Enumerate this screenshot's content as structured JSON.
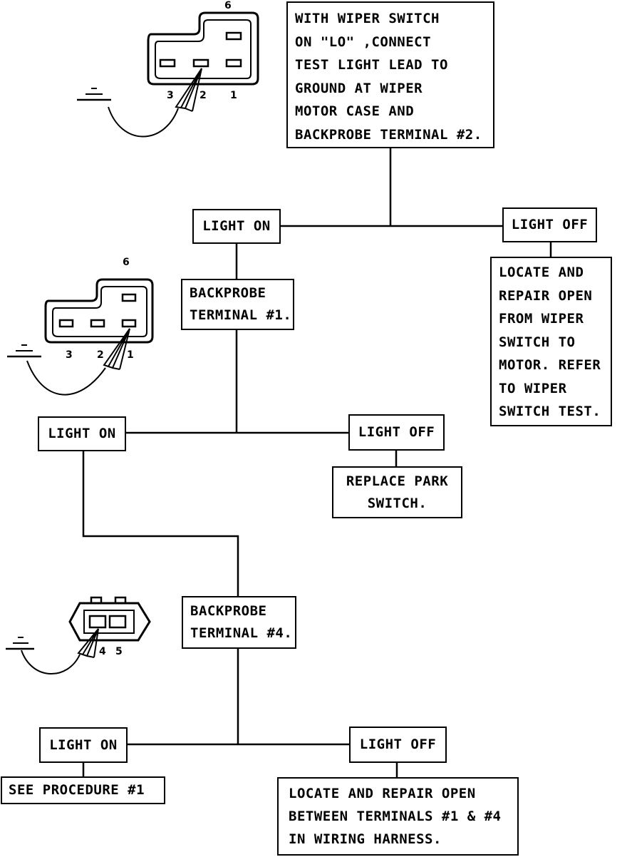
{
  "instruction_box": {
    "lines": [
      "WITH WIPER SWITCH",
      "ON \"LO\" ,CONNECT",
      "TEST LIGHT LEAD TO",
      "GROUND AT WIPER",
      "MOTOR CASE AND",
      "BACKPROBE TERMINAL #2."
    ]
  },
  "step1": {
    "light_on": "LIGHT ON",
    "light_off": "LIGHT OFF",
    "off_result": [
      "LOCATE AND",
      "REPAIR OPEN",
      "FROM WIPER",
      "SWITCH TO",
      "MOTOR. REFER",
      "TO WIPER",
      "SWITCH TEST."
    ]
  },
  "step2": {
    "instruction": [
      "BACKPROBE",
      "TERMINAL #1."
    ],
    "light_on": "LIGHT ON",
    "light_off": "LIGHT OFF",
    "off_result": [
      "REPLACE PARK",
      "SWITCH."
    ]
  },
  "step3": {
    "instruction": [
      "BACKPROBE",
      "TERMINAL #4."
    ],
    "light_on": "LIGHT ON",
    "light_off": "LIGHT OFF",
    "on_result": "SEE PROCEDURE #1",
    "off_result": [
      "LOCATE AND REPAIR OPEN",
      "BETWEEN TERMINALS #1 & #4",
      "IN WIRING HARNESS."
    ]
  },
  "connector_a": {
    "top_pin": "6",
    "pins": [
      "3",
      "2",
      "1"
    ]
  },
  "connector_b": {
    "top_pin": "6",
    "pins": [
      "3",
      "2",
      "1"
    ]
  },
  "connector_c": {
    "pins": [
      "4",
      "5"
    ]
  }
}
